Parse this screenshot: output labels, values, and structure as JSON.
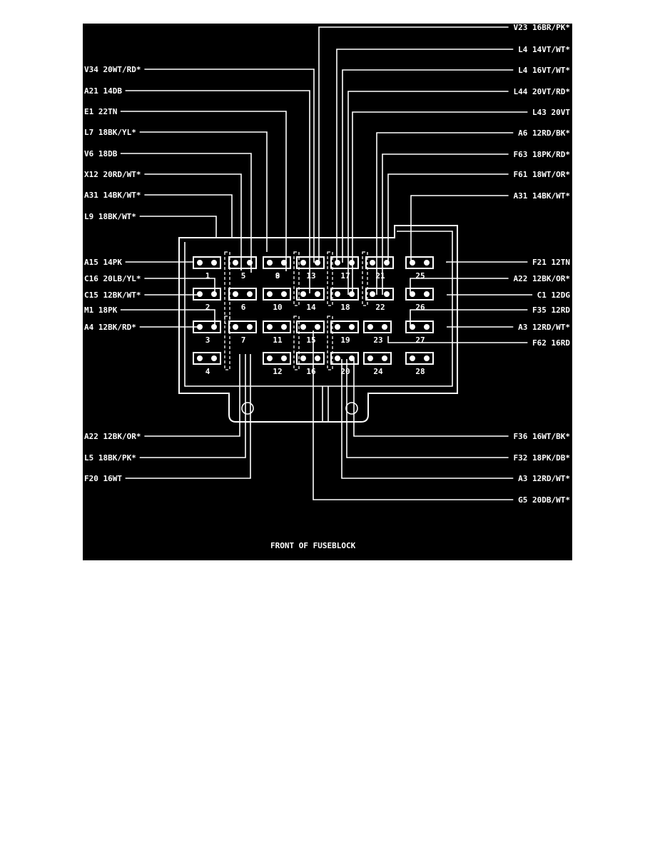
{
  "caption": "FRONT OF FUSEBLOCK",
  "left_labels": [
    "V34 20WT/RD*",
    "A21 14DB",
    "E1 22TN",
    "L7 18BK/YL*",
    "V6 18DB",
    "X12 20RD/WT*",
    "A31 14BK/WT*",
    "L9 18BK/WT*",
    "A15 14PK",
    "C16 20LB/YL*",
    "C15 12BK/WT*",
    "M1 18PK",
    "A4 12BK/RD*",
    "A22 12BK/OR*",
    "L5 18BK/PK*",
    "F20 16WT"
  ],
  "right_labels": [
    "V23 16BR/PK*",
    "L4 14VT/WT*",
    "L4 16VT/WT*",
    "L44 20VT/RD*",
    "L43 20VT",
    "A6 12RD/BK*",
    "F63 18PK/RD*",
    "F61 18WT/OR*",
    "A31 14BK/WT*",
    "F21 12TN",
    "A22 12BK/OR*",
    "C1 12DG",
    "F35 12RD",
    "A3 12RD/WT*",
    "F62 16RD",
    "F36 16WT/BK*",
    "F32 18PK/DB*",
    "A3 12RD/WT*",
    "G5 20DB/WT*"
  ],
  "cavities": [
    "1",
    "2",
    "3",
    "4",
    "5",
    "6",
    "7",
    "8",
    "9",
    "10",
    "11",
    "12",
    "13",
    "14",
    "15",
    "16",
    "17",
    "18",
    "19",
    "20",
    "21",
    "22",
    "23",
    "24",
    "25",
    "26",
    "27",
    "28"
  ]
}
